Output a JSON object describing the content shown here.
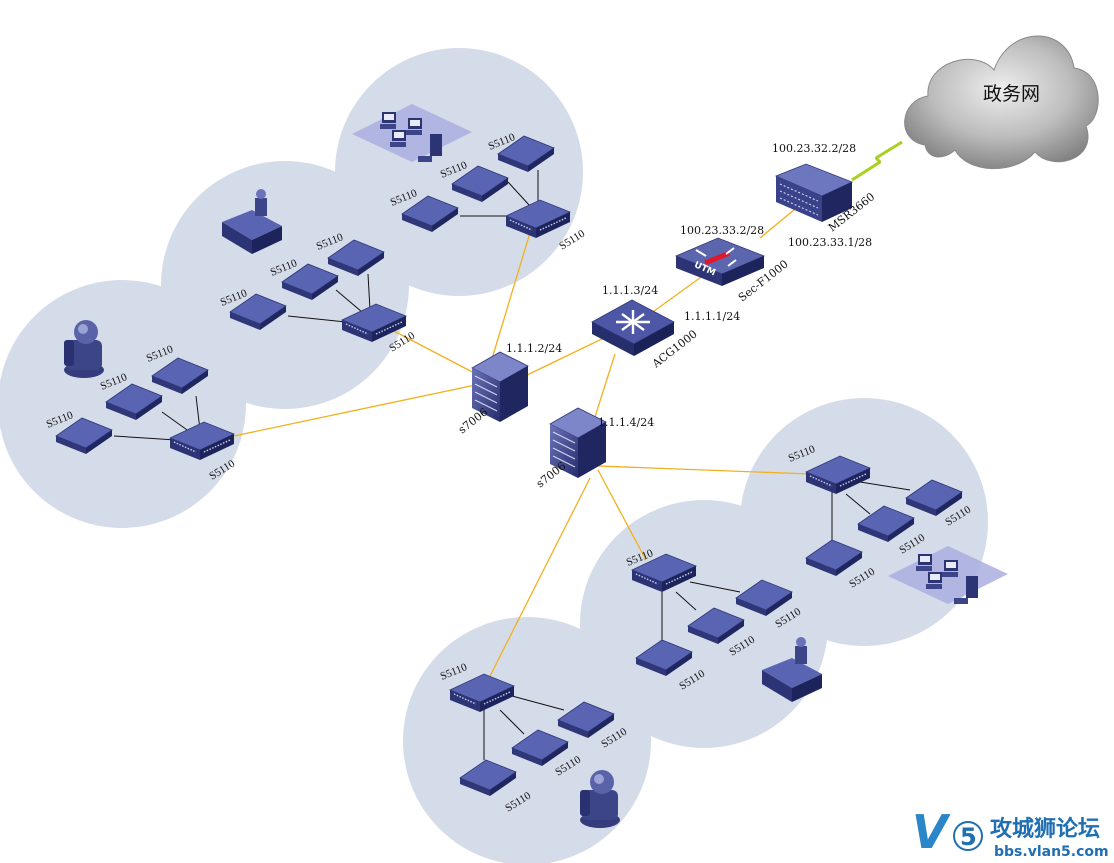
{
  "cloud": {
    "label": "政务网"
  },
  "routers": [
    {
      "name": "MSR3660",
      "ip_upper": "100.23.32.2/28",
      "ip_lower": "100.23.33.1/28"
    }
  ],
  "firewall": {
    "name": "Sec-F1000",
    "badge": "UTM",
    "ip": "100.23.33.2/28"
  },
  "acg": {
    "name": "ACG1000",
    "ip_left": "1.1.1.3/24",
    "ip_right": "1.1.1.1/24"
  },
  "core_switches": [
    {
      "name": "s7006",
      "ip": "1.1.1.2/24"
    },
    {
      "name": "s7006",
      "ip": "1.1.1.4/24"
    }
  ],
  "access_switch_label": "S5110",
  "watermark": {
    "logo_letter": "V",
    "logo_digit": "5",
    "title": "攻城狮论坛",
    "url": "bbs.vlan5.com"
  }
}
